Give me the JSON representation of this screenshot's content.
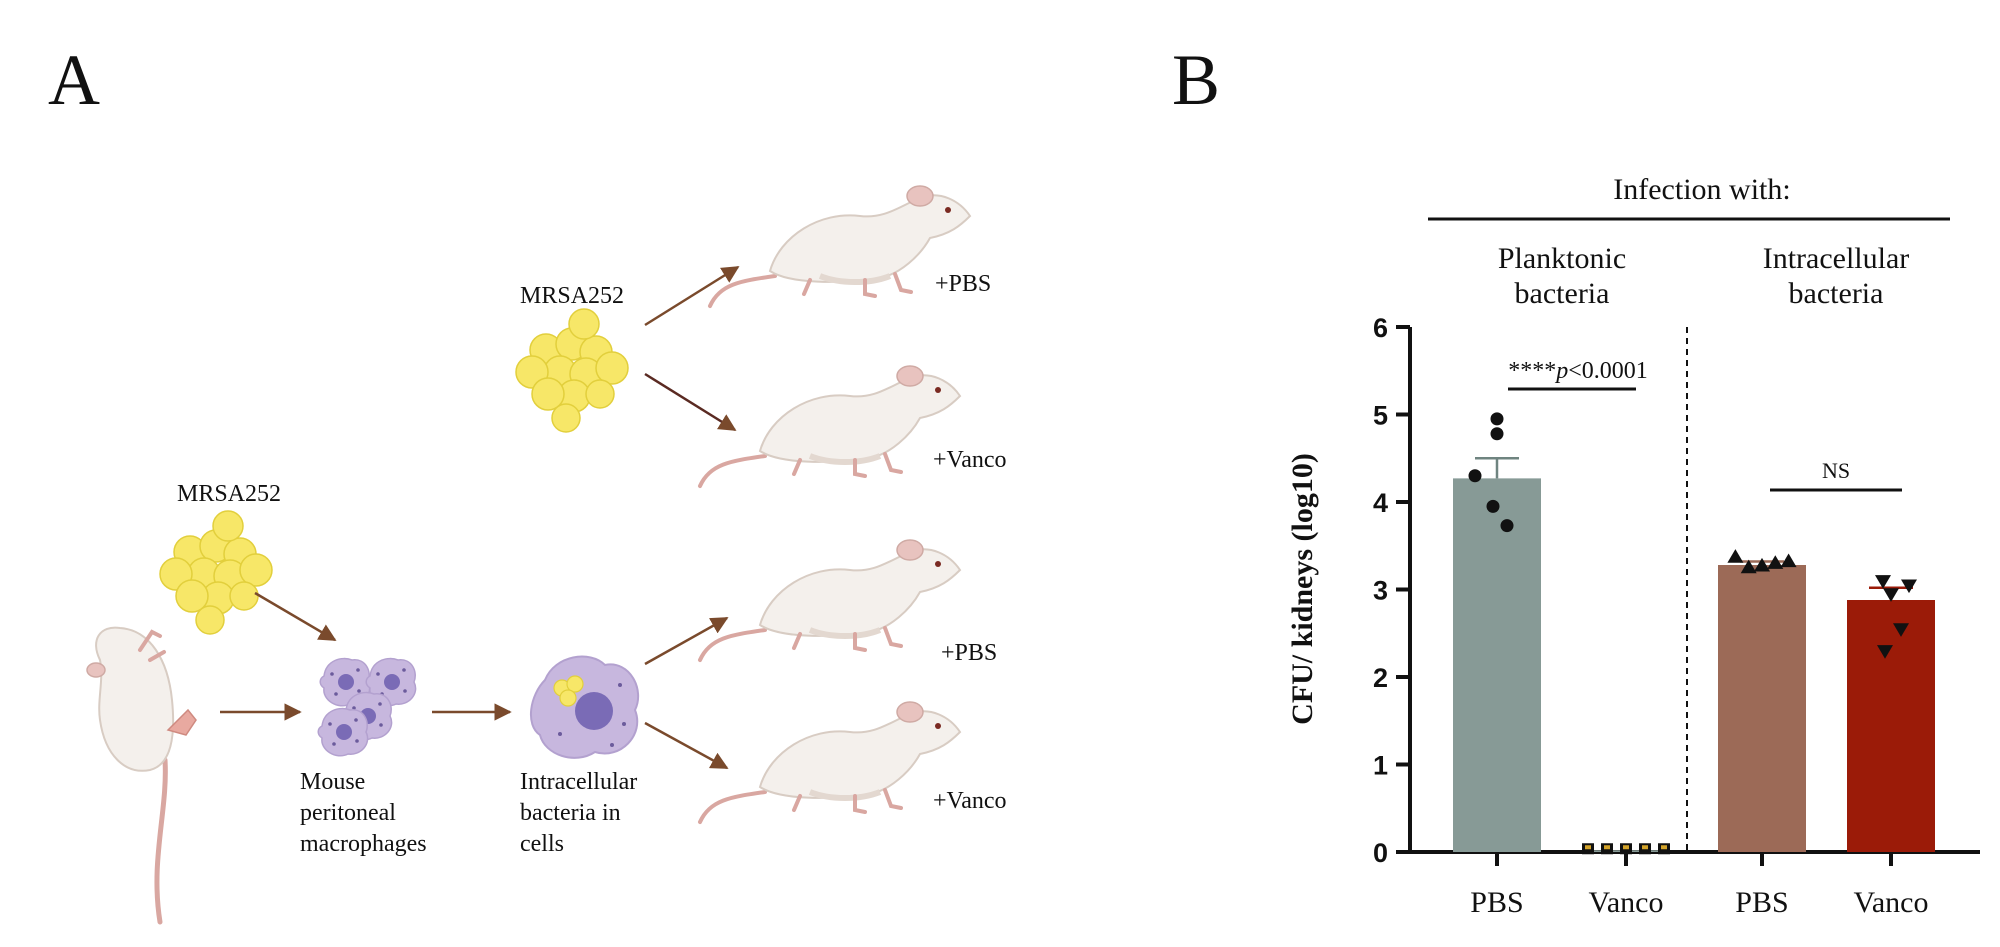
{
  "panel_a": {
    "label": "A",
    "mrsa_top": "MRSA252",
    "mrsa_bottom": "MRSA252",
    "mouse_pbs_1": "+PBS",
    "mouse_vanco_1": "+Vanco",
    "mouse_pbs_2": "+PBS",
    "mouse_vanco_2": "+Vanco",
    "macrophages_label": [
      "Mouse",
      "peritoneal",
      "macrophages"
    ],
    "intracellular_label": [
      "Intracellular",
      "bacteria in",
      "cells"
    ]
  },
  "panel_b": {
    "label": "B"
  },
  "colors": {
    "arrow": "#7a4a2c",
    "bacteria": "#f7e768",
    "macrophage": "#c7b7de",
    "nucleus": "#7a6bb6",
    "mouse": "#f4f0ec",
    "mouse_shade": "#e3d8d0",
    "tail": "#d9a7a1"
  },
  "chart_data": {
    "type": "bar",
    "header": "Infection with:",
    "groups": [
      {
        "label": [
          "Planktonic",
          "bacteria"
        ]
      },
      {
        "label": [
          "Intracellular",
          "bacteria"
        ]
      }
    ],
    "categories": [
      "PBS",
      "Vanco",
      "PBS",
      "Vanco"
    ],
    "values": [
      4.27,
      0.02,
      3.28,
      2.88
    ],
    "errors": [
      0.23,
      0.0,
      0.04,
      0.14
    ],
    "colors": [
      "#879a96",
      "#879a96",
      "#9c6a57",
      "#9b1b08"
    ],
    "points": [
      {
        "marker": "circle",
        "values": [
          4.95,
          4.78,
          4.3,
          3.95,
          3.73
        ]
      },
      {
        "marker": "square",
        "values": [
          0.02,
          0.02,
          0.02,
          0.02,
          0.02
        ]
      },
      {
        "marker": "triangle-up",
        "values": [
          3.37,
          3.25,
          3.27,
          3.3,
          3.32
        ]
      },
      {
        "marker": "triangle-down",
        "values": [
          3.1,
          3.05,
          2.95,
          2.55,
          2.3
        ]
      }
    ],
    "ylabel": "CFU/ kidneys (log10)",
    "ylim": [
      0,
      6
    ],
    "yticks": [
      "0",
      "1",
      "2",
      "3",
      "4",
      "5",
      "6"
    ],
    "annotations": [
      {
        "text_prefix": "****",
        "text_italic": "p",
        "text_rest": "<0.0001",
        "between": [
          0,
          1
        ]
      },
      {
        "text": "NS",
        "between": [
          2,
          3
        ]
      }
    ],
    "grid": false,
    "legend": "none"
  }
}
